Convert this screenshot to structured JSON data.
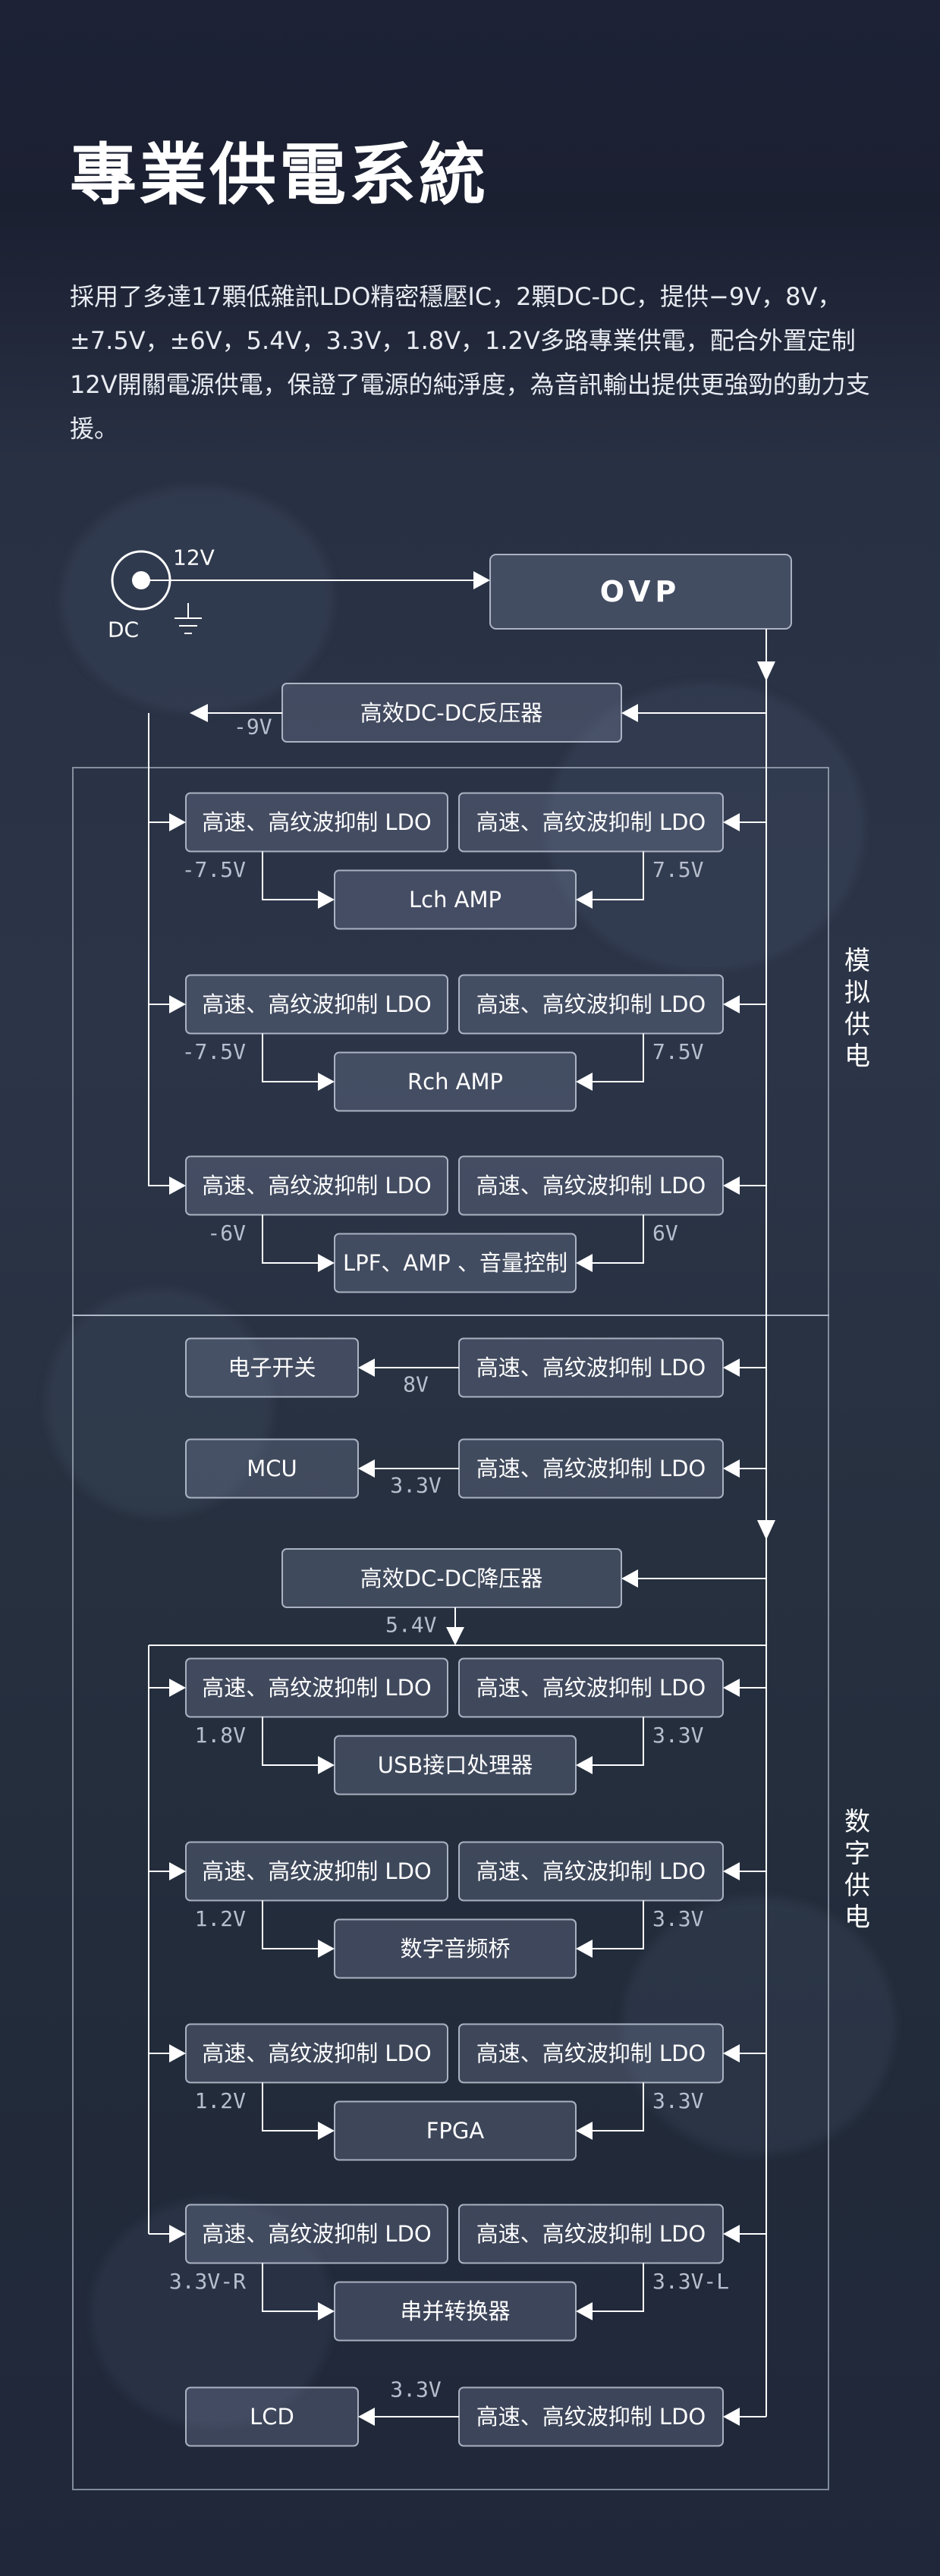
{
  "title": "專業供電系統",
  "intro": "採用了多達17顆低雜訊LDO精密穩壓IC，2顆DC-DC，提供−9V，8V，±7.5V，±6V，5.4V，3.3V，1.8V，1.2V多路專業供電，配合外置定制12V開關電源供電，保證了電源的純淨度，為音訊輸出提供更強勁的動力支援。",
  "input": {
    "dc": "DC",
    "voltage": "12V"
  },
  "ovp": "OVP",
  "dcdc_buck_boost": "高效DC-DC反压器",
  "dcdc_buck_boost_out": "-9V",
  "dcdc_step_down": "高效DC-DC降压器",
  "dcdc_step_down_out": "5.4V",
  "ldo_label": "高速、高纹波抑制 LDO",
  "sections": {
    "analog": "模拟供电",
    "digital": "数字供电"
  },
  "analog_groups": [
    {
      "load": "Lch AMP",
      "left_v": "-7.5V",
      "right_v": "7.5V"
    },
    {
      "load": "Rch AMP",
      "left_v": "-7.5V",
      "right_v": "7.5V"
    },
    {
      "load": "LPF、AMP 、音量控制",
      "left_v": "-6V",
      "right_v": "6V"
    }
  ],
  "single_loads_top": [
    {
      "load": "电子开关",
      "v": "8V"
    },
    {
      "load": "MCU",
      "v": "3.3V"
    }
  ],
  "digital_groups": [
    {
      "load": "USB接口处理器",
      "left_v": "1.8V",
      "right_v": "3.3V"
    },
    {
      "load": "数字音频桥",
      "left_v": "1.2V",
      "right_v": "3.3V"
    },
    {
      "load": "FPGA",
      "left_v": "1.2V",
      "right_v": "3.3V"
    },
    {
      "load": "串并转换器",
      "left_v": "3.3V-R",
      "right_v": "3.3V-L"
    }
  ],
  "single_loads_bottom": [
    {
      "load": "LCD",
      "v": "3.3V"
    }
  ]
}
